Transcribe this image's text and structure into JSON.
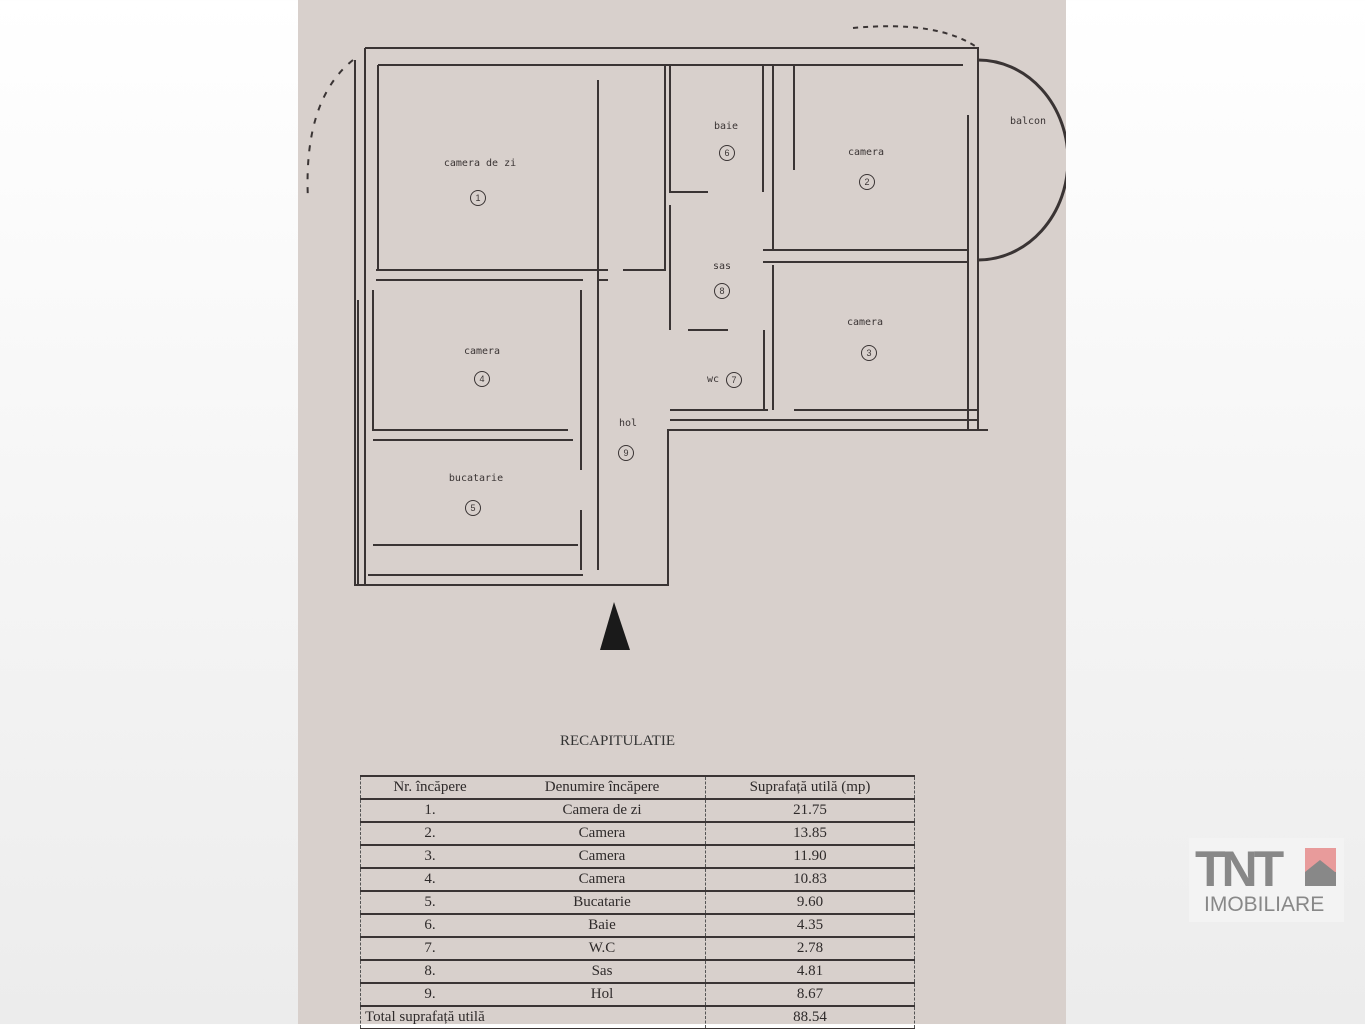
{
  "plan": {
    "rooms": [
      {
        "name": "camera de zi",
        "number": "1"
      },
      {
        "name": "camera",
        "number": "2"
      },
      {
        "name": "camera",
        "number": "3"
      },
      {
        "name": "camera",
        "number": "4"
      },
      {
        "name": "bucatarie",
        "number": "5"
      },
      {
        "name": "baie",
        "number": "6"
      },
      {
        "name": "wc",
        "number": "7"
      },
      {
        "name": "sas",
        "number": "8"
      },
      {
        "name": "hol",
        "number": "9"
      }
    ],
    "balcony": "balcon"
  },
  "summary": {
    "title": "RECAPITULATIE",
    "headers": [
      "Nr. încăpere",
      "Denumire încăpere",
      "Suprafață utilă (mp)"
    ],
    "rows": [
      [
        "1.",
        "Camera de zi",
        "21.75"
      ],
      [
        "2.",
        "Camera",
        "13.85"
      ],
      [
        "3.",
        "Camera",
        "11.90"
      ],
      [
        "4.",
        "Camera",
        "10.83"
      ],
      [
        "5.",
        "Bucatarie",
        "9.60"
      ],
      [
        "6.",
        "Baie",
        "4.35"
      ],
      [
        "7.",
        "W.C",
        "2.78"
      ],
      [
        "8.",
        "Sas",
        "4.81"
      ],
      [
        "9.",
        "Hol",
        "8.67"
      ]
    ],
    "total_label": "Total suprafață utilă",
    "total_value": "88.54"
  },
  "logo": {
    "brand": "TNT",
    "subtitle": "IMOBILIARE"
  }
}
